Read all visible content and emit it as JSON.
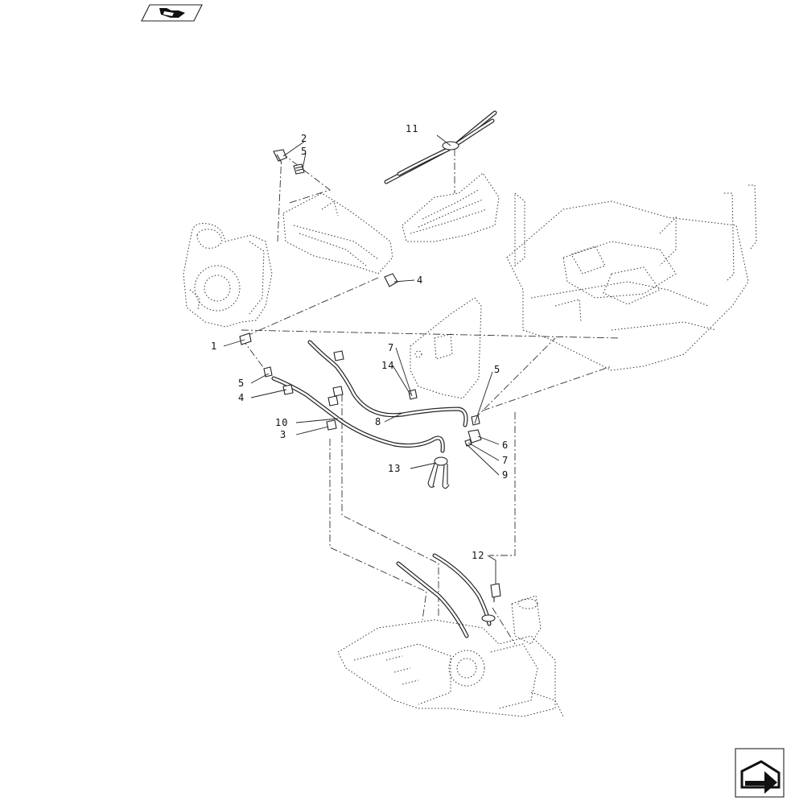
{
  "navigation": {
    "top_icon": "book-arrow-icon",
    "bottom_icon": "next-page-arrow-icon"
  },
  "callouts": {
    "c1": "1",
    "c2": "2",
    "c3": "3",
    "c4_top": "4",
    "c4_left": "4",
    "c5_top": "5",
    "c5_left": "5",
    "c5_right": "5",
    "c6": "6",
    "c7_top": "7",
    "c7_right": "7",
    "c8": "8",
    "c9": "9",
    "c10": "10",
    "c11": "11",
    "c12": "12",
    "c13": "13",
    "c14": "14"
  },
  "colors": {
    "line": "#222222",
    "background": "#ffffff"
  }
}
